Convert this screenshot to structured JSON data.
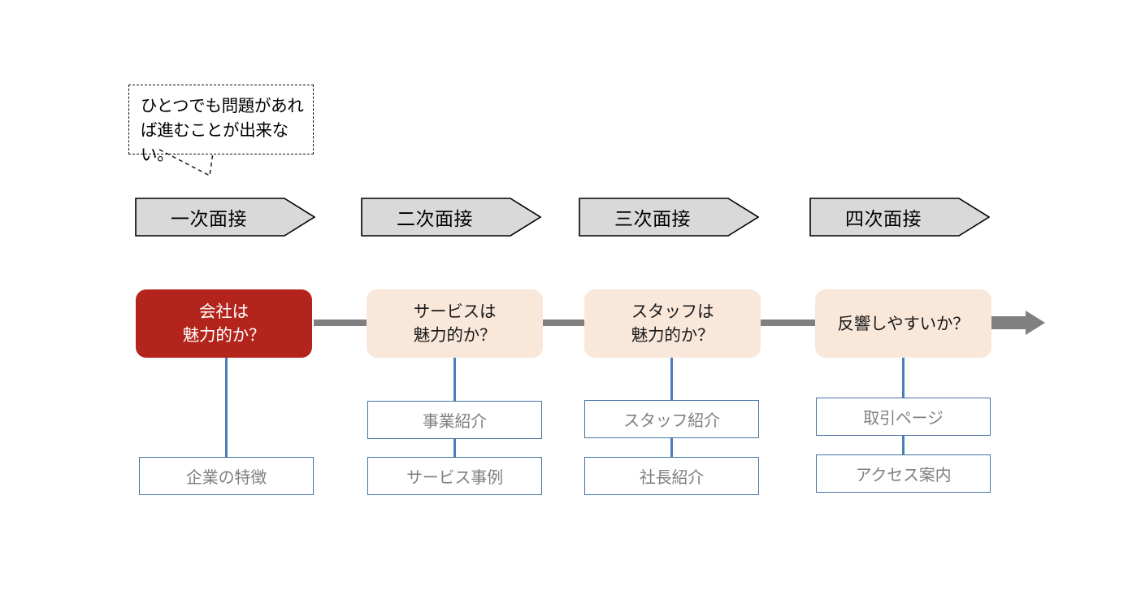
{
  "callout": {
    "text": "ひとつでも問題があれ\nば進むことが出来ない。"
  },
  "phases": [
    {
      "label": "一次面接"
    },
    {
      "label": "二次面接"
    },
    {
      "label": "三次面接"
    },
    {
      "label": "四次面接"
    }
  ],
  "stages": [
    {
      "label": "会社は\n魅力的か？",
      "state": "active"
    },
    {
      "label": "サービスは\n魅力的か？",
      "state": "default"
    },
    {
      "label": "スタッフは\n魅力的か？",
      "state": "default"
    },
    {
      "label": "反響しやすいか？",
      "state": "default"
    }
  ],
  "subitems": {
    "column1": [
      {
        "label": "企業の特徴"
      }
    ],
    "column2": [
      {
        "label": "事業紹介"
      },
      {
        "label": "サービス事例"
      }
    ],
    "column3": [
      {
        "label": "スタッフ紹介"
      },
      {
        "label": "社長紹介"
      }
    ],
    "column4": [
      {
        "label": "取引ページ"
      },
      {
        "label": "アクセス案内"
      }
    ]
  },
  "colors": {
    "active_fill": "#b3251c",
    "active_text": "#ffffff",
    "stage_fill": "#f9e7da",
    "stage_text": "#1a1a1a",
    "phase_fill": "#d9d9d9",
    "phase_border": "#000000",
    "flow": "#808080",
    "connector": "#4a7ebb",
    "subbox_border": "#4573a7",
    "subbox_text": "#808080"
  }
}
